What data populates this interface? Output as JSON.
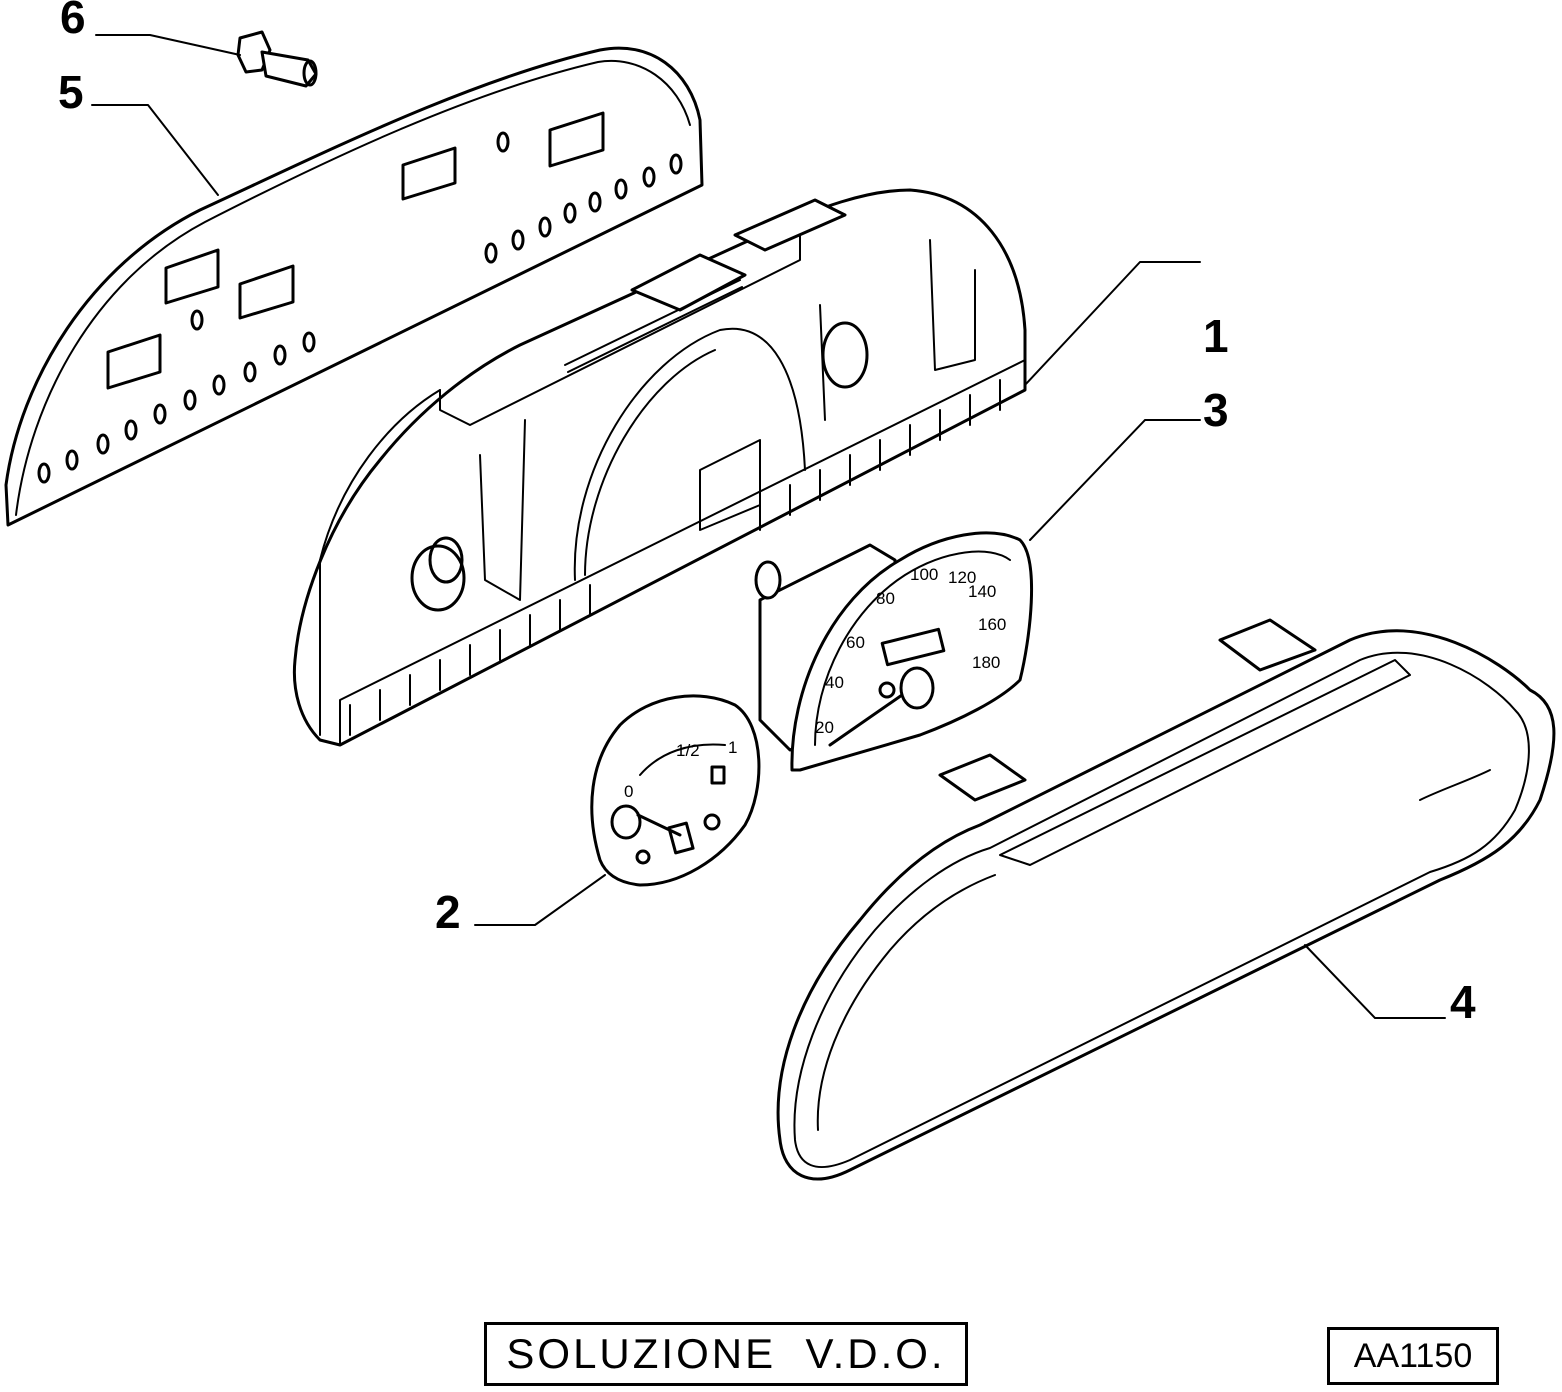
{
  "callouts": [
    {
      "id": "1",
      "label": "1"
    },
    {
      "id": "2",
      "label": "2"
    },
    {
      "id": "3",
      "label": "3"
    },
    {
      "id": "4",
      "label": "4"
    },
    {
      "id": "5",
      "label": "5"
    },
    {
      "id": "6",
      "label": "6"
    }
  ],
  "speedometer": {
    "scale": [
      "20",
      "40",
      "60",
      "80",
      "100",
      "120",
      "140",
      "160",
      "180"
    ]
  },
  "fuel_gauge": {
    "marks": [
      "0",
      "1/2",
      "1"
    ]
  },
  "caption": {
    "title": "SOLUZIONE  V.D.O.",
    "code": "AA1150"
  }
}
